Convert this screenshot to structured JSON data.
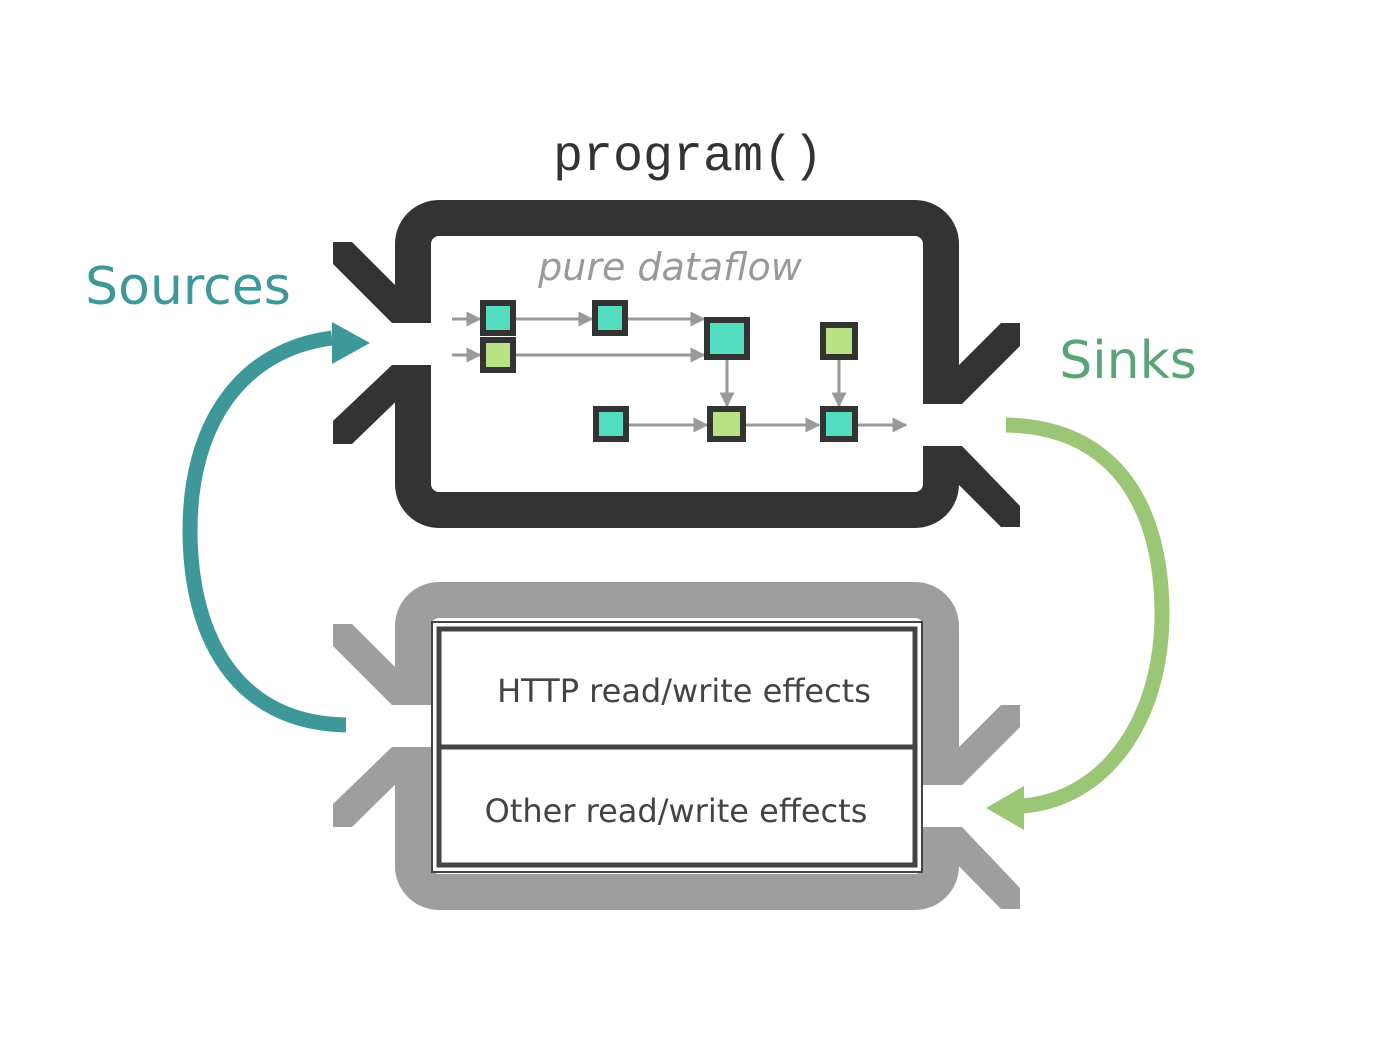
{
  "title": "program()",
  "program_box": {
    "caption": "pure dataflow"
  },
  "sources": {
    "label": "Sources"
  },
  "sinks": {
    "label": "Sinks"
  },
  "effects": {
    "items": [
      {
        "label": "HTTP read/write effects"
      },
      {
        "label": "Other read/write effects"
      }
    ]
  },
  "colors": {
    "program_frame": "#333333",
    "effects_frame": "#9e9e9e",
    "sources_accent": "#3e989a",
    "sinks_accent": "#9bc675",
    "node_teal": "#52ddc0",
    "node_green": "#b9e284",
    "flow_line": "#999999",
    "effects_text": "#444444",
    "caption_text": "#9a9a9a"
  }
}
